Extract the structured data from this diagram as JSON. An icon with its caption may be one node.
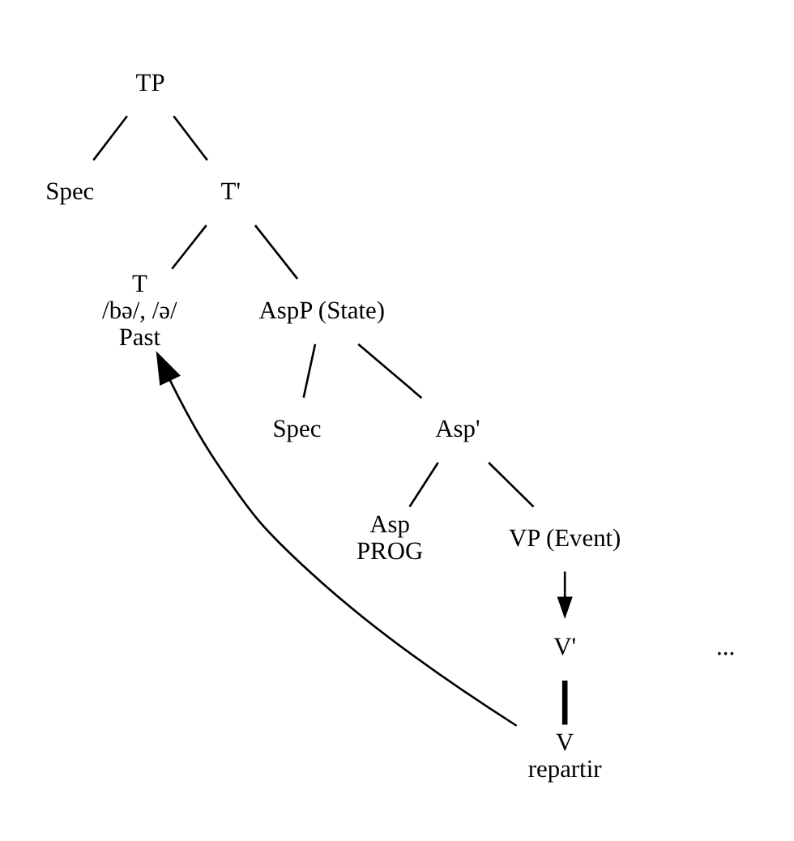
{
  "diagram": {
    "nodes": [
      {
        "text": [
          "TP"
        ]
      },
      {
        "text": [
          "Spec"
        ]
      },
      {
        "text": [
          "T'"
        ]
      },
      {
        "text": [
          "T",
          "/bə/, /ə/",
          "Past"
        ]
      },
      {
        "text": [
          "AspP (State)"
        ]
      },
      {
        "text": [
          "Spec"
        ]
      },
      {
        "text": [
          "Asp'"
        ]
      },
      {
        "text": [
          "Asp",
          "PROG"
        ]
      },
      {
        "text": [
          "VP (Event)"
        ]
      },
      {
        "text": [
          "V'"
        ]
      },
      {
        "text": [
          "V",
          "repartir"
        ]
      }
    ],
    "edges": [
      {
        "from": 0,
        "to": 1,
        "arrow": "none"
      },
      {
        "from": 0,
        "to": 2,
        "arrow": "none"
      },
      {
        "from": 2,
        "to": 3,
        "arrow": "none"
      },
      {
        "from": 2,
        "to": 4,
        "arrow": "none"
      },
      {
        "from": 4,
        "to": 5,
        "arrow": "none"
      },
      {
        "from": 4,
        "to": 6,
        "arrow": "none"
      },
      {
        "from": 6,
        "to": 7,
        "arrow": "none"
      },
      {
        "from": 6,
        "to": 8,
        "arrow": "none"
      },
      {
        "from": 8,
        "to": 9,
        "arrow": "to"
      },
      {
        "from": 9,
        "to": 10,
        "arrow": "none",
        "style": "thick"
      },
      {
        "from": 10,
        "to": 3,
        "arrow": "to"
      }
    ],
    "labels": [
      "..."
    ]
  }
}
